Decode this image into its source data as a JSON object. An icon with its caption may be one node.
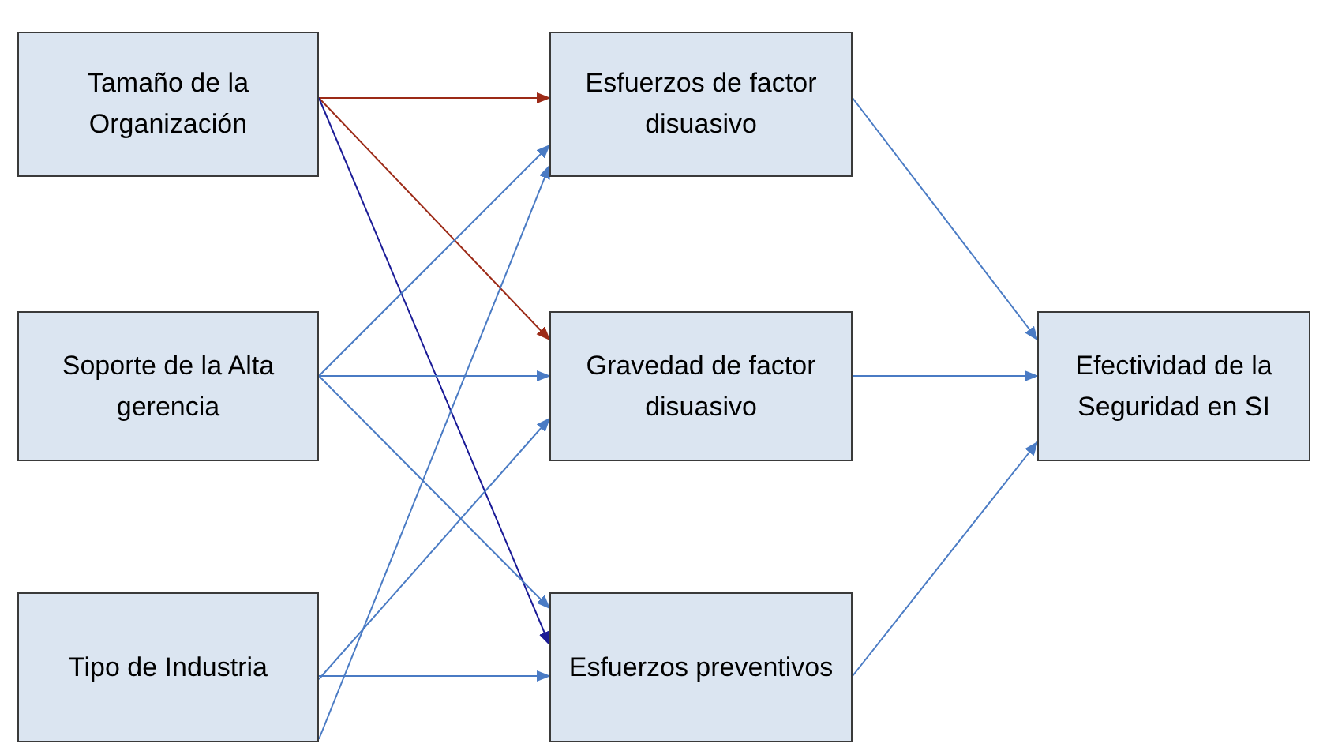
{
  "diagram": {
    "nodes": [
      {
        "text": [
          "Tamaño de la Organización"
        ]
      },
      {
        "text": [
          "Soporte de la Alta gerencia"
        ]
      },
      {
        "text": [
          "Tipo de Industria"
        ]
      },
      {
        "text": [
          "Esfuerzos de factor disuasivo"
        ]
      },
      {
        "text": [
          "Gravedad de factor disuasivo"
        ]
      },
      {
        "text": [
          "Esfuerzos preventivos"
        ]
      },
      {
        "text": [
          "Efectividad de la Seguridad en SI"
        ]
      }
    ],
    "edges": [
      {
        "from": 0,
        "to": 3,
        "arrow": "to",
        "color": "#9c2a17"
      },
      {
        "from": 0,
        "to": 4,
        "arrow": "to",
        "color": "#9c2a17"
      },
      {
        "from": 0,
        "to": 5,
        "arrow": "to",
        "color": "#1a1a96"
      },
      {
        "from": 1,
        "to": 3,
        "arrow": "to"
      },
      {
        "from": 1,
        "to": 4,
        "arrow": "to"
      },
      {
        "from": 1,
        "to": 5,
        "arrow": "to"
      },
      {
        "from": 2,
        "to": 3,
        "arrow": "to"
      },
      {
        "from": 2,
        "to": 4,
        "arrow": "to"
      },
      {
        "from": 2,
        "to": 5,
        "arrow": "to"
      },
      {
        "from": 3,
        "to": 6,
        "arrow": "to"
      },
      {
        "from": 4,
        "to": 6,
        "arrow": "to"
      },
      {
        "from": 5,
        "to": 6,
        "arrow": "to"
      }
    ]
  }
}
